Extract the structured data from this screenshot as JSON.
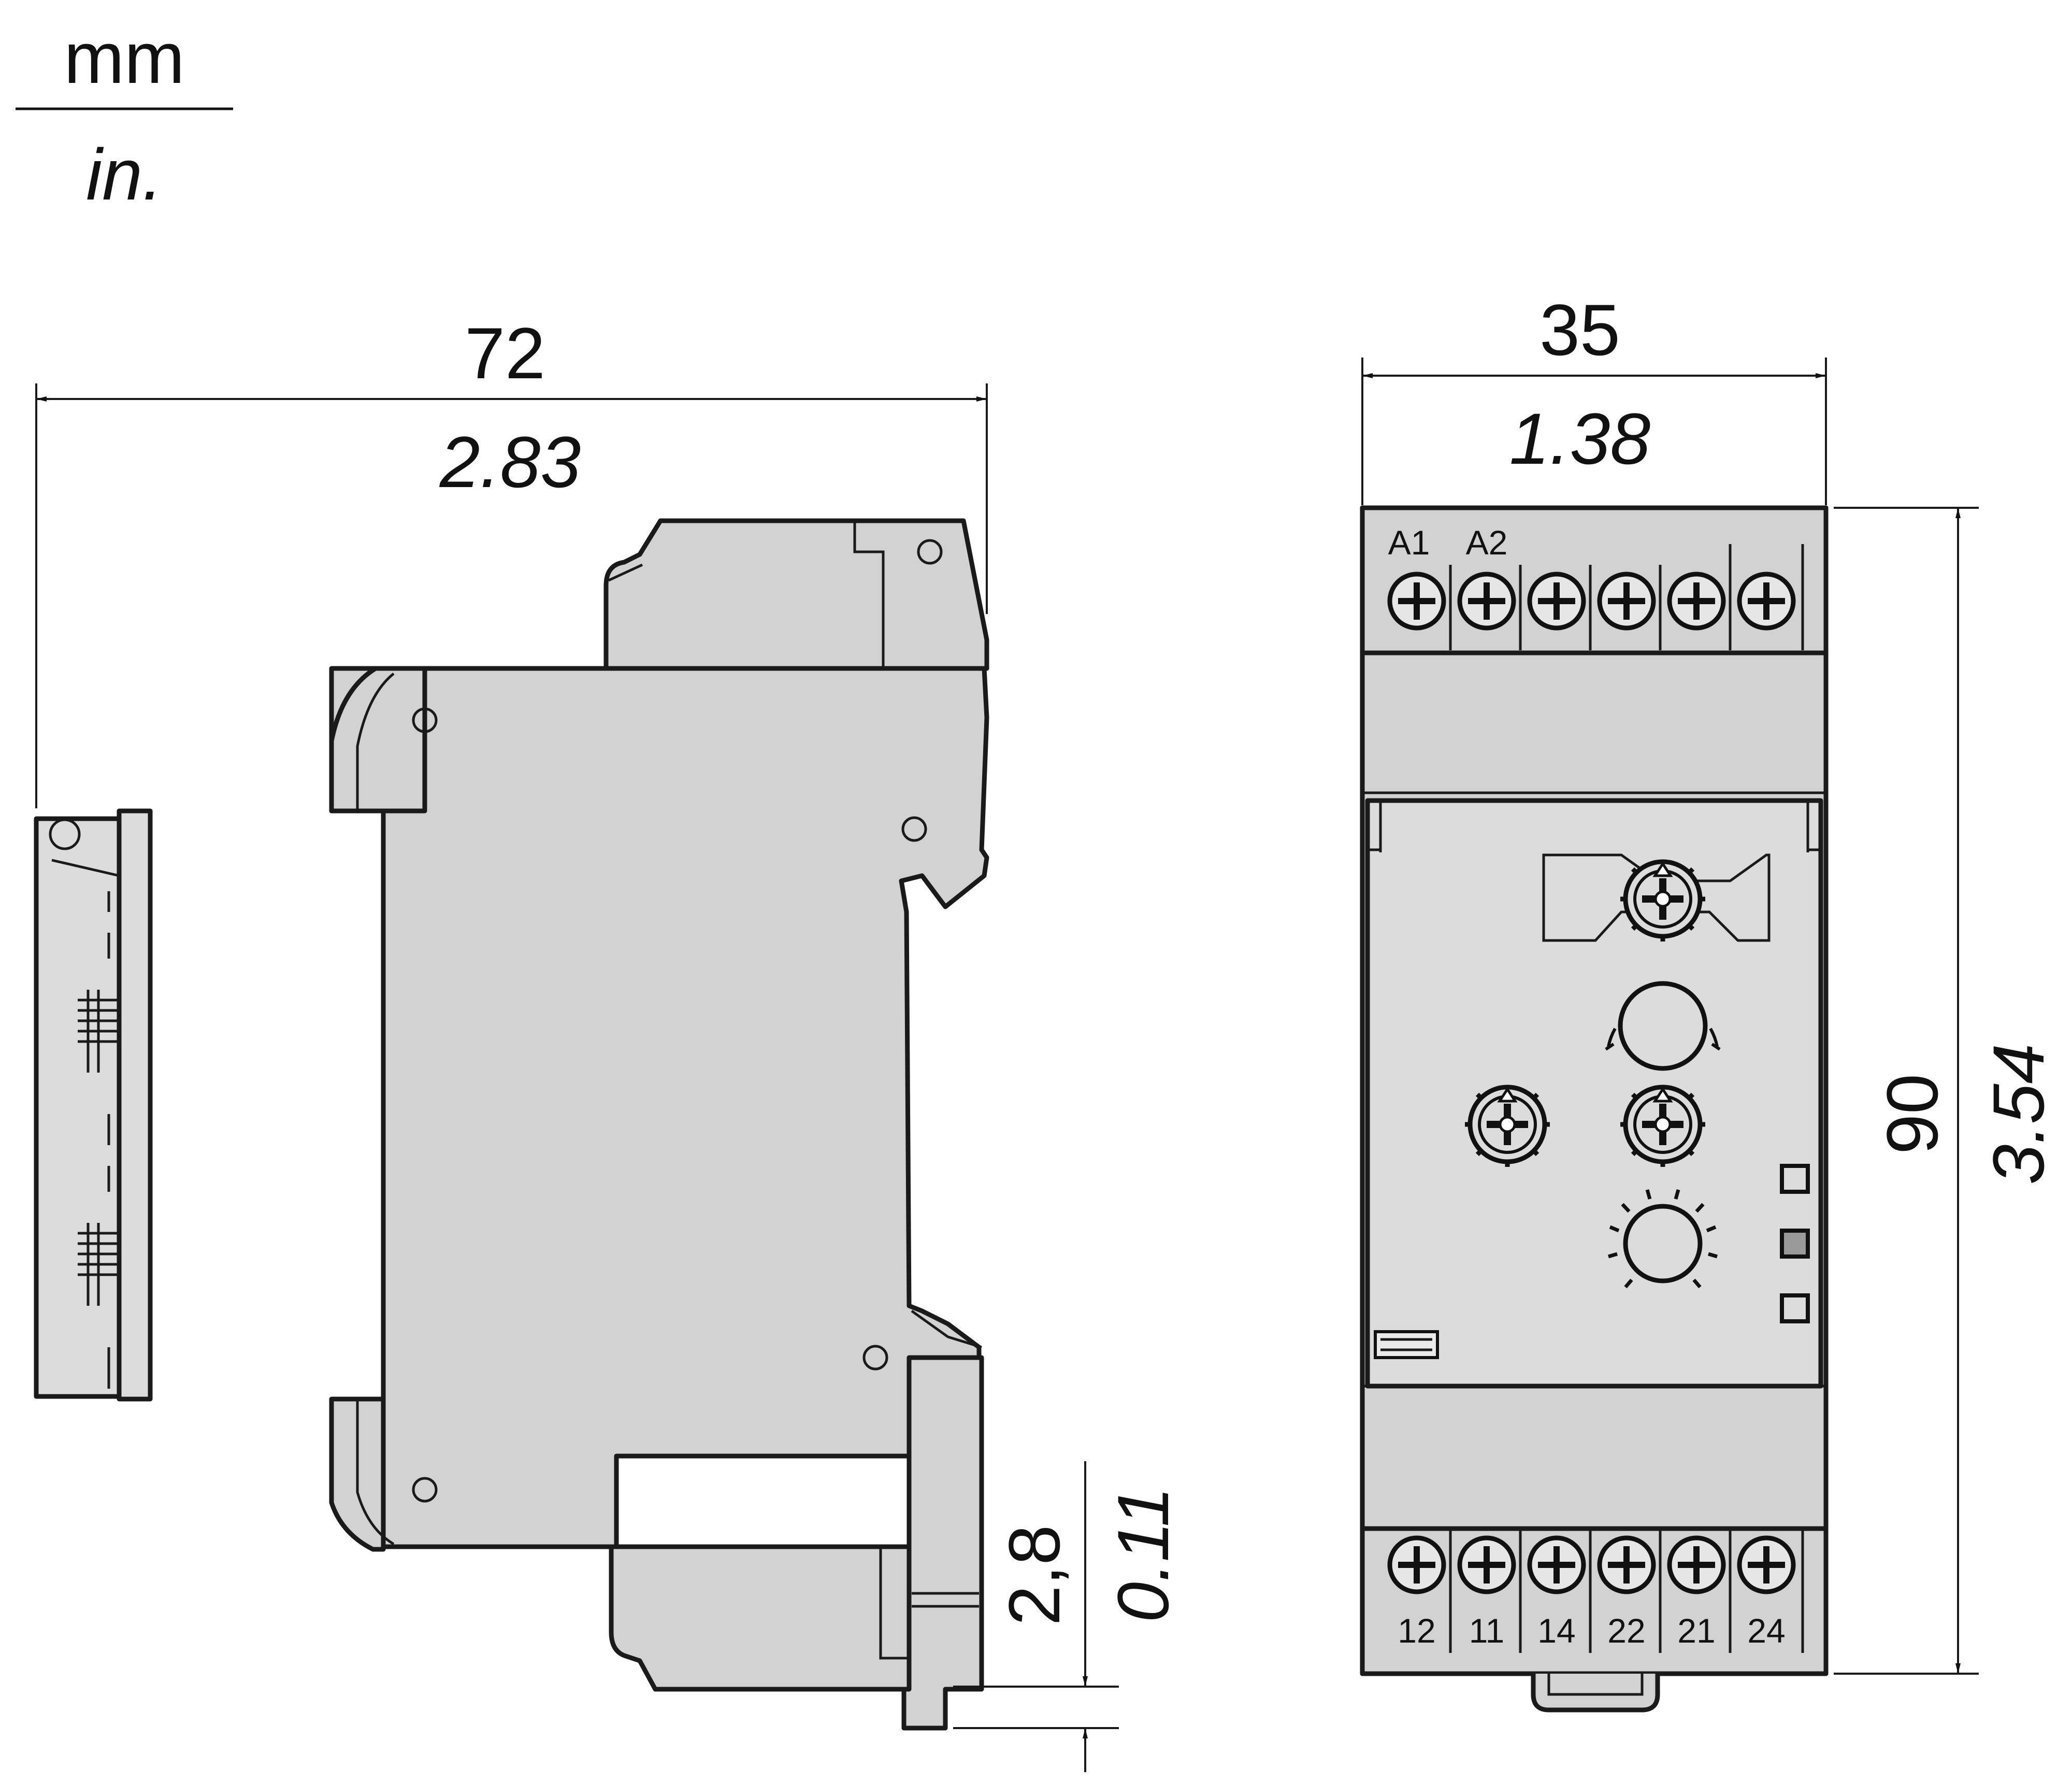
{
  "units": {
    "primary": "mm",
    "secondary": "in."
  },
  "dimensions": {
    "width_side": {
      "mm": "72",
      "in": "2.83"
    },
    "width_front": {
      "mm": "35",
      "in": "1.38"
    },
    "height": {
      "mm": "90",
      "in": "3.54"
    },
    "rail_offset": {
      "mm": "2,8",
      "in": "0.11"
    }
  },
  "terminals": {
    "top": [
      "A1",
      "A2"
    ],
    "bottom": [
      "12",
      "11",
      "14",
      "22",
      "21",
      "24"
    ]
  }
}
